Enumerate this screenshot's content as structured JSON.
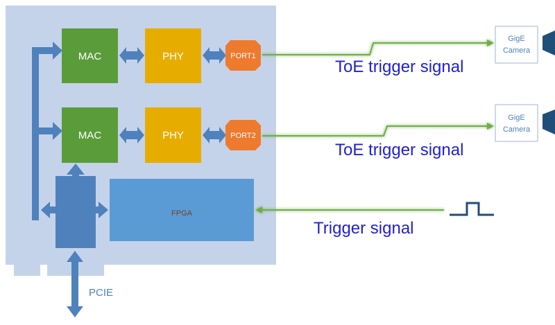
{
  "blocks": {
    "mac1": "MAC",
    "phy1": "PHY",
    "port1": "PORT1",
    "mac2": "MAC",
    "phy2": "PHY",
    "port2": "PORT2",
    "fpga": "FPGA"
  },
  "cameras": [
    {
      "line1": "GigE",
      "line2": "Camera"
    },
    {
      "line1": "GigE",
      "line2": "Camera"
    }
  ],
  "signals": {
    "toe1": "ToE trigger signal",
    "toe2": "ToE trigger signal",
    "trigger": "Trigger signal"
  },
  "bus_label": "PCIE",
  "colors": {
    "board": "#c5d3ea",
    "mac": "#5b9c3a",
    "phy": "#e6ad00",
    "port": "#ee7a2e",
    "fpga": "#5b9bd5",
    "bus": "#4f81bd",
    "signal_line": "#70ad47",
    "signal_text": "#1f1fd2"
  }
}
